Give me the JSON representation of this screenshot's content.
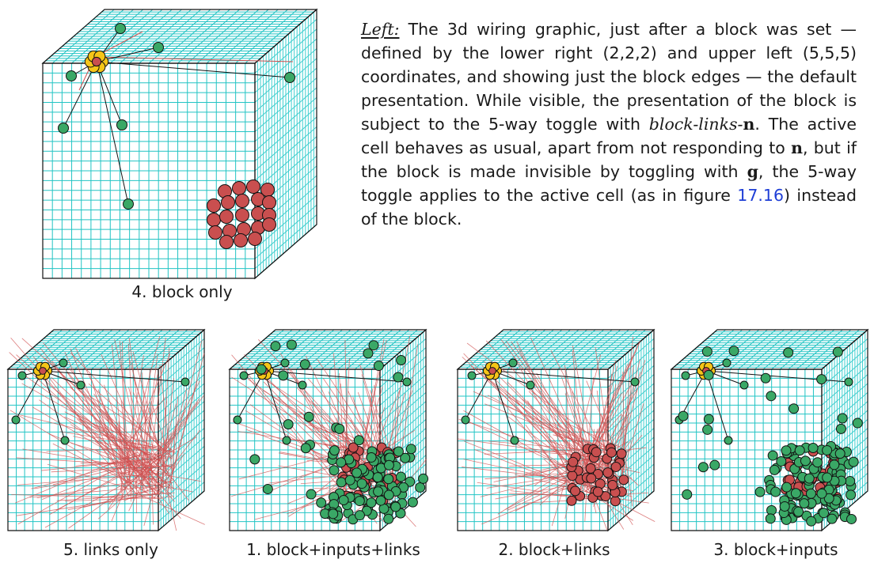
{
  "paragraph": {
    "lead": "Left:",
    "p1": " The 3d wiring graphic, just after a block was set — defined by the lower right (2,2,2) and upper left (5,5,5) coordinates, and showing just the block edges — the default presentation. While visible, the presentation of the block is subject to the 5-way toggle with ",
    "key1": "block-links-",
    "key1b": "n",
    "p2": ". The active cell behaves as usual, apart from not responding to ",
    "key2": "n",
    "p3": ", but if the block is made invisible by toggling with ",
    "key3": "g",
    "p4": ", the 5-way toggle applies to the active cell (as in figure ",
    "ref": "17.16",
    "p5": ") instead of the block."
  },
  "figures": [
    {
      "id": "block_only",
      "caption": "4. block only"
    },
    {
      "id": "links_only",
      "caption": "5. links only"
    },
    {
      "id": "block_inputs_links",
      "caption": "1. block+inputs+links"
    },
    {
      "id": "block_links",
      "caption": "2. block+links"
    },
    {
      "id": "block_inputs",
      "caption": "3. block+inputs"
    }
  ],
  "colors": {
    "grid": "#22c4c4",
    "grid_side": "#3fcfcf",
    "edge": "#111111",
    "link": "#d05050",
    "input_node": "#3aa866",
    "block_node": "#c94f4f",
    "active_cell": "#f5c518"
  }
}
